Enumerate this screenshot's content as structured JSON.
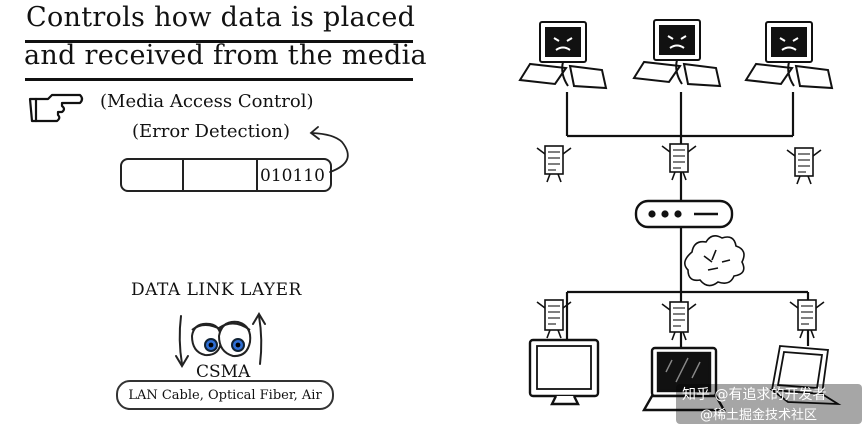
{
  "title": {
    "line1": "Controls how data is placed",
    "line2": "and received from the media"
  },
  "functions": {
    "mac": "(Media Access Control)",
    "error": "(Error Detection)"
  },
  "frame": {
    "bits": "010110"
  },
  "layer": {
    "name": "DATA LINK LAYER",
    "method": "CSMA",
    "media": "LAN Cable, Optical Fiber, Air"
  },
  "icons": {
    "pointer": "pointing-hand-icon",
    "eyes": "cartoon-eyes-icon",
    "workstation": "desktop-computer-icon",
    "frame_packet": "data-frame-character-icon",
    "switch": "network-switch-icon",
    "collision": "collision-cloud-icon",
    "monitor": "monitor-icon",
    "laptop": "laptop-icon"
  },
  "watermark": {
    "line1": "知乎 @有追求的开发者",
    "line2": "@稀土掘金技术社区"
  }
}
